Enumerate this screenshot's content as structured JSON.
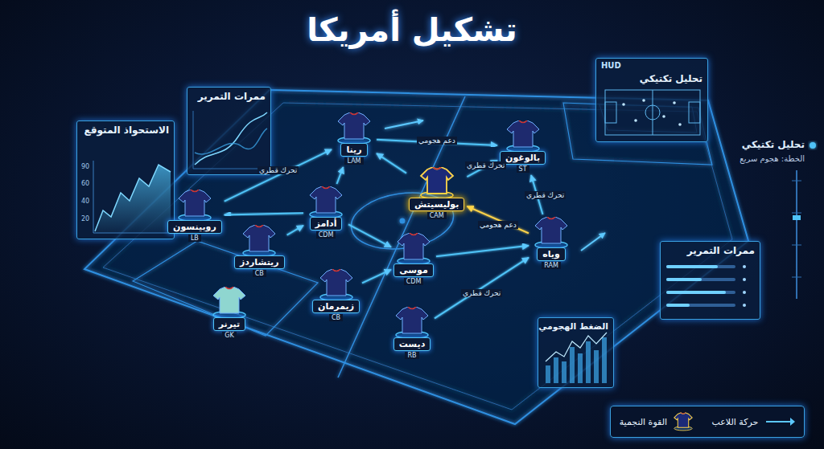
{
  "diagram": {
    "title": "تشكيل أمريكا",
    "nodes": [
      {
        "text": [
          "الاستحواذ المتوقع"
        ]
      },
      {
        "text": [
          "ممرات التمرير"
        ]
      },
      {
        "text": [
          "HUD",
          "تحليل تكتيكي"
        ]
      },
      {
        "text": [
          "رينا",
          "LAM"
        ]
      },
      {
        "text": [
          "بالوغون",
          "ST"
        ]
      },
      {
        "text": [
          "بوليسيتش",
          "CAM"
        ]
      },
      {
        "text": [
          "روبينسون",
          "LB"
        ]
      },
      {
        "text": [
          "أدامز",
          "CDM"
        ]
      },
      {
        "text": [
          "وياه",
          "RAM"
        ]
      },
      {
        "text": [
          "ريتشاردز",
          "CB"
        ]
      },
      {
        "text": [
          "موسى",
          "CDM"
        ]
      },
      {
        "text": [
          "زيمرمان",
          "CB"
        ]
      },
      {
        "text": [
          "تيرنر",
          "GK"
        ]
      },
      {
        "text": [
          "ديست",
          "RB"
        ]
      },
      {
        "text": [
          "ممرات التمرير"
        ]
      },
      {
        "text": [
          "الضغط الهجومي"
        ]
      }
    ],
    "edges": [
      {
        "from": 6,
        "to": 3,
        "arrow": "to",
        "label": "تحرك قطري"
      },
      {
        "from": 7,
        "to": 3,
        "arrow": "to"
      },
      {
        "from": 3,
        "to": 4,
        "arrow": "to",
        "label": "دعم هجومي"
      },
      {
        "from": 5,
        "to": 3,
        "arrow": "to"
      },
      {
        "from": 5,
        "to": 4,
        "arrow": "to",
        "label": "تحرك قطري"
      },
      {
        "from": 8,
        "to": 5,
        "arrow": "to",
        "label": "دعم هجومي"
      },
      {
        "from": 8,
        "to": 4,
        "arrow": "to",
        "label": "تحرك قطري"
      },
      {
        "from": 7,
        "to": 6,
        "arrow": "to"
      },
      {
        "from": 9,
        "to": 7,
        "arrow": "to"
      },
      {
        "from": 7,
        "to": 10,
        "arrow": "to"
      },
      {
        "from": 11,
        "to": 10,
        "arrow": "to"
      },
      {
        "from": 10,
        "to": 8,
        "arrow": "to"
      },
      {
        "from": 13,
        "to": 8,
        "arrow": "to",
        "label": "تحرك قطري"
      }
    ],
    "labels": [
      "90",
      "60",
      "40",
      "20",
      "تحليل تكتيكي",
      "الخطة: هجوم سريع"
    ],
    "legend": [
      {
        "text": "حركة اللاعب"
      },
      {
        "text": "القوة النجمية"
      }
    ]
  }
}
